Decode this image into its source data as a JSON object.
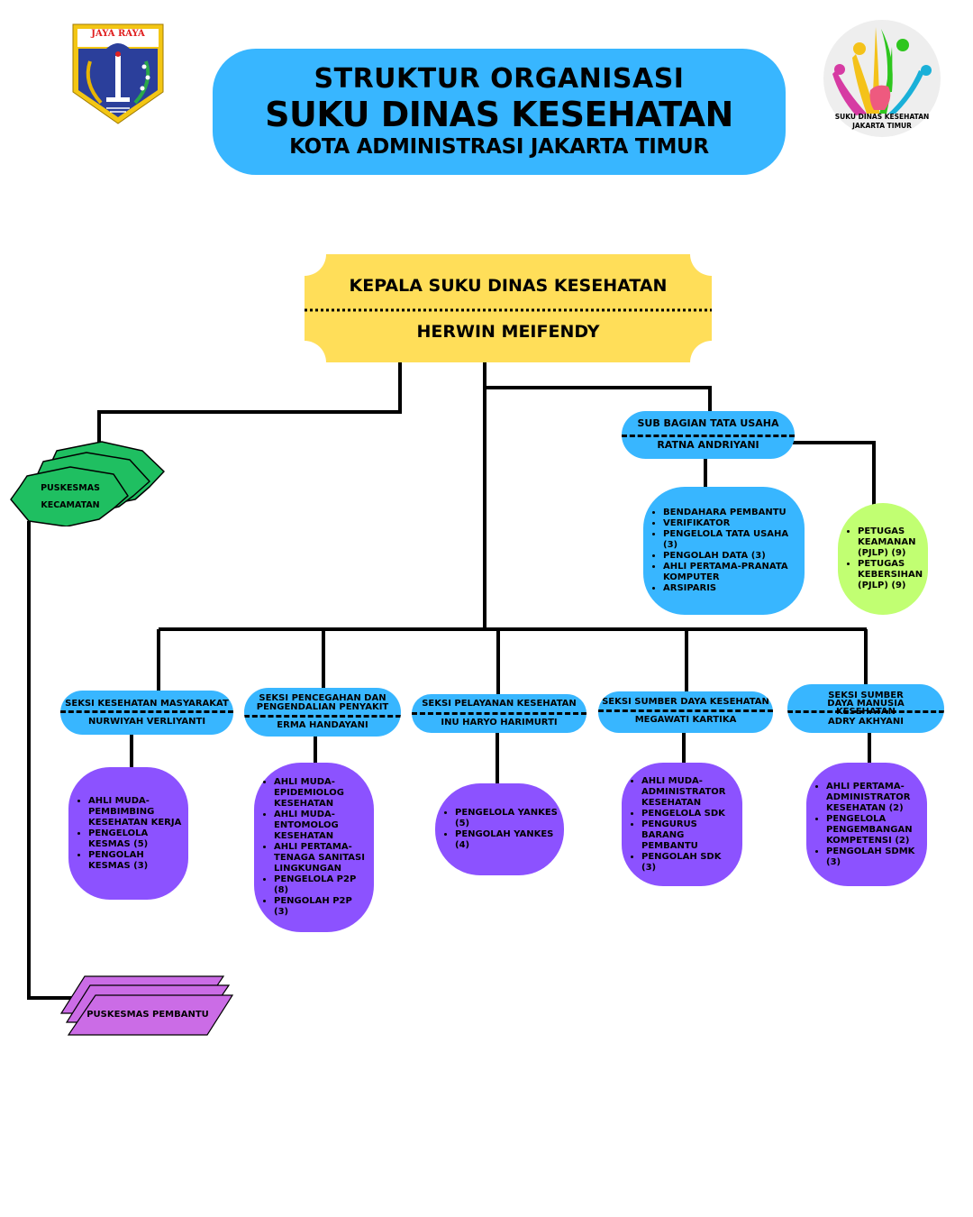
{
  "header": {
    "left_logo": {
      "icon": "jakarta-coat-of-arms-icon",
      "motto": "JAYA RAYA"
    },
    "title_line1": "STRUKTUR ORGANISASI",
    "title_line2": "SUKU DINAS KESEHATAN",
    "title_line3": "KOTA ADMINISTRASI JAKARTA TIMUR",
    "right_logo": {
      "icon": "sudinkes-jaktim-logo-icon",
      "line1": "SUKU DINAS KESEHATAN",
      "line2": "JAKARTA TIMUR"
    }
  },
  "colors": {
    "head_box": "#ffde59",
    "section_pill": "#38b6ff",
    "staff_box": "#8c52ff",
    "pjlp_box": "#c1ff72",
    "puskesmas_kecamatan": "#1fbf61",
    "puskesmas_pembantu": "#cb6ce6",
    "connector": "#000000"
  },
  "head": {
    "title": "KEPALA SUKU DINAS KESEHATAN",
    "name": "HERWIN MEIFENDY"
  },
  "tata_usaha": {
    "title": "SUB BAGIAN TATA USAHA",
    "name": "RATNA ANDRIYANI",
    "staff": [
      "BENDAHARA PEMBANTU",
      "VERIFIKATOR",
      "PENGELOLA TATA USAHA (3)",
      "PENGOLAH DATA (3)",
      "AHLI PERTAMA-PRANATA KOMPUTER",
      "ARSIPARIS"
    ],
    "pjlp": [
      "PETUGAS KEAMANAN (PJLP) (9)",
      "PETUGAS KEBERSIHAN (PJLP) (9)"
    ]
  },
  "puskesmas_kecamatan": {
    "line1": "PUSKESMAS",
    "line2": "KECAMATAN"
  },
  "puskesmas_pembantu": {
    "label": "PUSKESMAS PEMBANTU"
  },
  "sections": [
    {
      "title": "SEKSI KESEHATAN MASYARAKAT",
      "name": "NURWIYAH VERLIYANTI",
      "staff": [
        "AHLI MUDA-PEMBIMBING KESEHATAN KERJA",
        "PENGELOLA KESMAS (5)",
        "PENGOLAH KESMAS (3)"
      ]
    },
    {
      "title": "SEKSI PENCEGAHAN DAN PENGENDALIAN PENYAKIT",
      "name": "ERMA HANDAYANI",
      "staff": [
        "AHLI MUDA-EPIDEMIOLOG KESEHATAN",
        "AHLI MUDA-ENTOMOLOG KESEHATAN",
        "AHLI PERTAMA-TENAGA SANITASI LINGKUNGAN",
        "PENGELOLA P2P (8)",
        "PENGOLAH P2P (3)"
      ]
    },
    {
      "title": "SEKSI PELAYANAN KESEHATAN",
      "name": "INU HARYO HARIMURTI",
      "staff": [
        "PENGELOLA YANKES (5)",
        "PENGOLAH YANKES (4)"
      ]
    },
    {
      "title": "SEKSI SUMBER DAYA KESEHATAN",
      "name": "MEGAWATI KARTIKA",
      "staff": [
        "AHLI MUDA-ADMINISTRATOR KESEHATAN",
        "PENGELOLA SDK",
        "PENGURUS BARANG PEMBANTU",
        "PENGOLAH SDK (3)"
      ]
    },
    {
      "title": "SEKSI SUMBER DAYA MANUSIA KESEHATAN",
      "name": "ADRY AKHYANI",
      "staff": [
        "AHLI PERTAMA-ADMINISTRATOR KESEHATAN (2)",
        "PENGELOLA PENGEMBANGAN KOMPETENSI (2)",
        "PENGOLAH SDMK (3)"
      ]
    }
  ]
}
